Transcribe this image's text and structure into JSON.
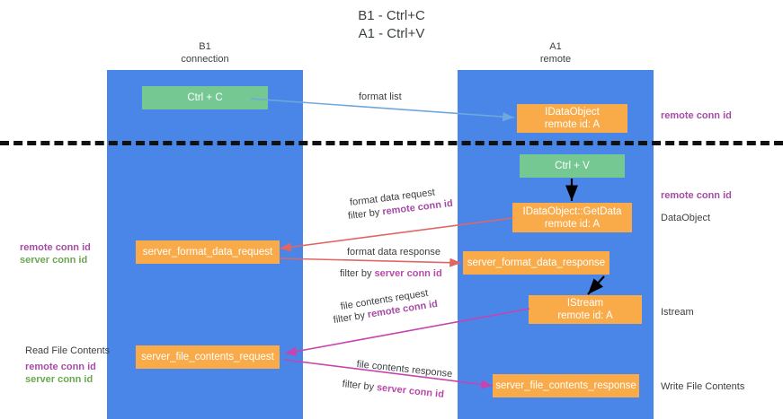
{
  "title": {
    "line1": "B1 - Ctrl+C",
    "line2": "A1 - Ctrl+V"
  },
  "lanes": [
    {
      "id": "b1",
      "name": "B1",
      "role": "connection"
    },
    {
      "id": "a1",
      "name": "A1",
      "role": "remote"
    }
  ],
  "colors": {
    "lane": "#4a86e8",
    "green_box": "#76c893",
    "orange_box": "#f9ab4a",
    "remote_conn_id": "#a64ca6",
    "server_conn_id": "#6aa84f",
    "divider": "#111111",
    "arrow_format_list": "#6fa8dc",
    "arrow_format_data": "#e06666",
    "arrow_file_contents": "#c744b0",
    "arrow_internal": "#000000"
  },
  "boxes": {
    "ctrl_c": {
      "line1": "Ctrl + C",
      "line2": ""
    },
    "idataobject_top": {
      "line1": "IDataObject",
      "line2": "remote id: A"
    },
    "ctrl_v": {
      "line1": "Ctrl + V",
      "line2": ""
    },
    "getdata": {
      "line1": "IDataObject::GetData",
      "line2": "remote id: A"
    },
    "server_format_data_request": {
      "line1": "server_format_data_request",
      "line2": ""
    },
    "server_format_data_response": {
      "line1": "server_format_data_response",
      "line2": ""
    },
    "istream": {
      "line1": "IStream",
      "line2": "remote id: A"
    },
    "server_file_contents_request": {
      "line1": "server_file_contents_request",
      "line2": ""
    },
    "server_file_contents_response": {
      "line1": "server_file_contents_response",
      "line2": ""
    }
  },
  "edge_labels": {
    "format_list": "format list",
    "format_data_request": "format data request",
    "format_data_request_filter_prefix": "filter by ",
    "format_data_request_filter_key": "remote conn id",
    "format_data_response": "format data response",
    "format_data_response_filter_prefix": "filter by ",
    "format_data_response_filter_key": "server conn id",
    "file_contents_request": "file contents request",
    "file_contents_request_filter_prefix": "filter by ",
    "file_contents_request_filter_key": "remote conn id",
    "file_contents_response": "file contents response",
    "file_contents_response_filter_prefix": "filter by ",
    "file_contents_response_filter_key": "server conn id"
  },
  "side_labels": {
    "right_remote_conn_id_top": "remote conn id",
    "right_remote_conn_id_mid": "remote conn id",
    "right_dataobject": "DataObject",
    "right_istream": "Istream",
    "right_write_file_contents": "Write File Contents",
    "left_remote_conn_id_mid": "remote conn id",
    "left_server_conn_id_mid": "server conn id",
    "left_read_file_contents": "Read File Contents",
    "left_remote_conn_id_bottom": "remote conn id",
    "left_server_conn_id_bottom": "server conn id"
  }
}
